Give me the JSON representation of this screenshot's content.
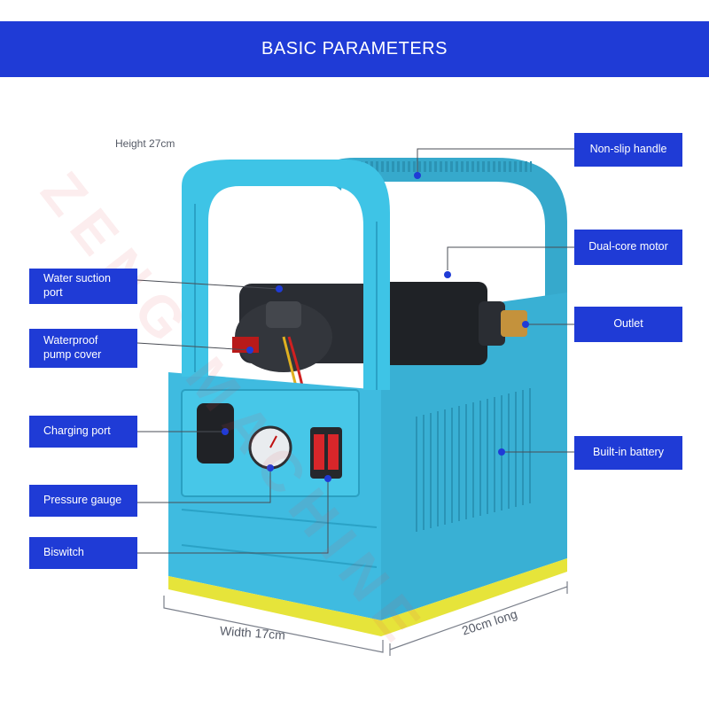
{
  "header": {
    "title": "BASIC PARAMETERS"
  },
  "dimensions": {
    "height": "Height 27cm",
    "width": "Width 17cm",
    "length": "20cm long"
  },
  "callouts_left": {
    "water_suction_port": "Water suction port",
    "waterproof_pump_cover": "Waterproof pump cover",
    "charging_port": "Charging port",
    "pressure_gauge": "Pressure gauge",
    "biswitch": "Biswitch"
  },
  "callouts_right": {
    "non_slip_handle": "Non-slip handle",
    "dual_core_motor": "Dual-core motor",
    "outlet": "Outlet",
    "built_in_battery": "Built-in battery"
  },
  "watermark": "ZENG MACHINE",
  "colors": {
    "accent_blue": "#1f3bd6",
    "body_cyan": "#3cb6d8",
    "base_yellow": "#e6e43a",
    "switch_red": "#d8262a"
  }
}
